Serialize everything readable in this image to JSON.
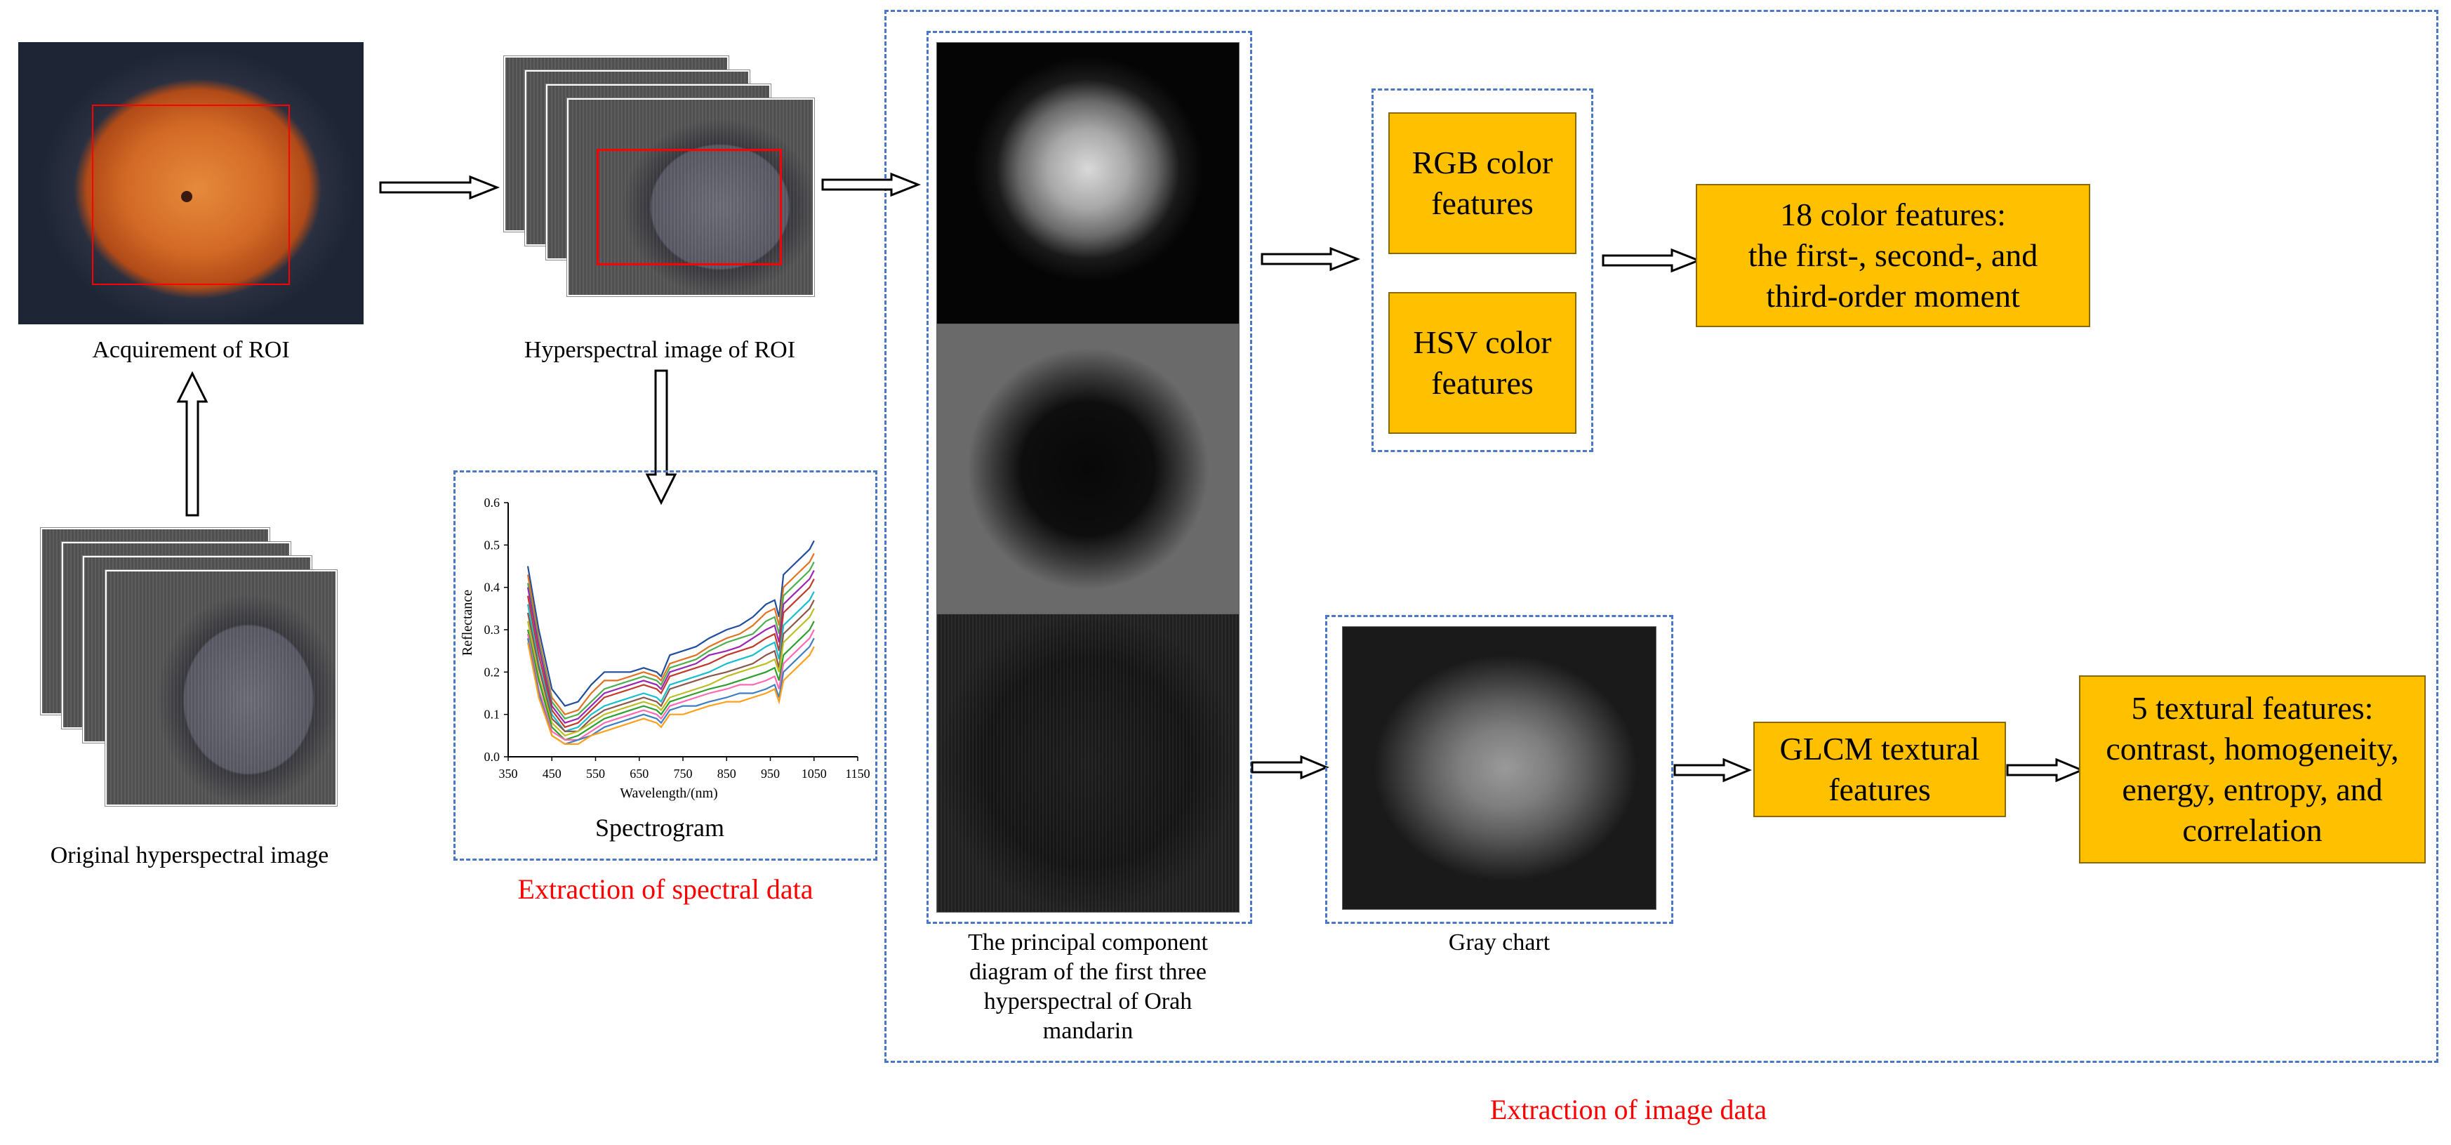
{
  "labels": {
    "acq_roi": "Acquirement of ROI",
    "hyper_roi": "Hyperspectral image of ROI",
    "original": "Original hyperspectral image",
    "spectrogram": "Spectrogram",
    "extraction_spectral": "Extraction of spectral data",
    "pc_line1": "The principal component",
    "pc_line2": "diagram of the first three",
    "pc_line3": "hyperspectral of Orah",
    "pc_line4": "mandarin",
    "gray_chart": "Gray chart",
    "extraction_image": "Extraction of image data"
  },
  "boxes": {
    "rgb_l1": "RGB color",
    "rgb_l2": "features",
    "hsv_l1": "HSV color",
    "hsv_l2": "features",
    "color18_l1": "18 color features:",
    "color18_l2": "the first-, second-, and",
    "color18_l3": "third-order moment",
    "glcm_l1": "GLCM textural",
    "glcm_l2": "features",
    "tex5_l1": "5 textural features:",
    "tex5_l2": "contrast, homogeneity,",
    "tex5_l3": "energy, entropy, and",
    "tex5_l4": "correlation"
  },
  "colors": {
    "dash_border": "#4a78c8",
    "box_fill": "#ffc000",
    "roi_rect": "#ff0000",
    "red_text": "#ff0000"
  },
  "chart_data": {
    "type": "line",
    "xlabel": "Wavelength/(nm)",
    "ylabel": "Reflectance",
    "xlim": [
      350,
      1150
    ],
    "ylim": [
      0.0,
      0.6
    ],
    "x_ticks": [
      "350",
      "450",
      "550",
      "650",
      "750",
      "850",
      "950",
      "1050",
      "1150"
    ],
    "y_ticks": [
      "0.0",
      "0.1",
      "0.2",
      "0.3",
      "0.4",
      "0.5",
      "0.6"
    ],
    "x": [
      395,
      420,
      450,
      480,
      510,
      540,
      570,
      600,
      630,
      660,
      690,
      700,
      720,
      750,
      780,
      810,
      850,
      880,
      910,
      940,
      960,
      970,
      980,
      1000,
      1020,
      1040,
      1050
    ],
    "series": [
      {
        "color": "#1f4e9c",
        "values": [
          0.45,
          0.3,
          0.16,
          0.12,
          0.13,
          0.17,
          0.2,
          0.2,
          0.2,
          0.21,
          0.2,
          0.19,
          0.24,
          0.25,
          0.26,
          0.28,
          0.3,
          0.31,
          0.33,
          0.36,
          0.37,
          0.33,
          0.43,
          0.45,
          0.47,
          0.49,
          0.51
        ]
      },
      {
        "color": "#e37222",
        "values": [
          0.43,
          0.28,
          0.14,
          0.1,
          0.11,
          0.15,
          0.18,
          0.18,
          0.19,
          0.2,
          0.19,
          0.18,
          0.22,
          0.23,
          0.24,
          0.26,
          0.28,
          0.29,
          0.31,
          0.34,
          0.35,
          0.31,
          0.4,
          0.42,
          0.44,
          0.46,
          0.48
        ]
      },
      {
        "color": "#4caf50",
        "values": [
          0.41,
          0.27,
          0.13,
          0.09,
          0.1,
          0.13,
          0.16,
          0.17,
          0.18,
          0.19,
          0.18,
          0.17,
          0.21,
          0.22,
          0.23,
          0.25,
          0.27,
          0.28,
          0.29,
          0.32,
          0.33,
          0.29,
          0.38,
          0.4,
          0.42,
          0.44,
          0.46
        ]
      },
      {
        "color": "#9c27b0",
        "values": [
          0.4,
          0.26,
          0.12,
          0.08,
          0.09,
          0.12,
          0.15,
          0.16,
          0.17,
          0.18,
          0.17,
          0.16,
          0.2,
          0.21,
          0.22,
          0.24,
          0.25,
          0.26,
          0.28,
          0.3,
          0.31,
          0.27,
          0.36,
          0.38,
          0.4,
          0.42,
          0.44
        ]
      },
      {
        "color": "#c0392b",
        "values": [
          0.38,
          0.24,
          0.11,
          0.07,
          0.08,
          0.11,
          0.14,
          0.15,
          0.16,
          0.17,
          0.16,
          0.15,
          0.19,
          0.2,
          0.21,
          0.22,
          0.24,
          0.25,
          0.26,
          0.28,
          0.29,
          0.25,
          0.34,
          0.36,
          0.38,
          0.4,
          0.42
        ]
      },
      {
        "color": "#17becf",
        "values": [
          0.36,
          0.22,
          0.1,
          0.06,
          0.07,
          0.1,
          0.12,
          0.13,
          0.14,
          0.15,
          0.14,
          0.13,
          0.17,
          0.18,
          0.19,
          0.2,
          0.22,
          0.23,
          0.24,
          0.26,
          0.27,
          0.23,
          0.31,
          0.33,
          0.35,
          0.37,
          0.39
        ]
      },
      {
        "color": "#8c564b",
        "values": [
          0.34,
          0.21,
          0.09,
          0.06,
          0.06,
          0.09,
          0.11,
          0.12,
          0.13,
          0.14,
          0.13,
          0.12,
          0.16,
          0.17,
          0.18,
          0.19,
          0.2,
          0.21,
          0.22,
          0.24,
          0.25,
          0.21,
          0.29,
          0.31,
          0.33,
          0.35,
          0.37
        ]
      },
      {
        "color": "#bcbd22",
        "values": [
          0.32,
          0.19,
          0.08,
          0.05,
          0.06,
          0.08,
          0.1,
          0.11,
          0.12,
          0.13,
          0.12,
          0.11,
          0.14,
          0.15,
          0.16,
          0.17,
          0.19,
          0.2,
          0.21,
          0.22,
          0.23,
          0.2,
          0.27,
          0.29,
          0.31,
          0.33,
          0.35
        ]
      },
      {
        "color": "#2ca02c",
        "values": [
          0.3,
          0.18,
          0.07,
          0.04,
          0.05,
          0.07,
          0.09,
          0.1,
          0.11,
          0.12,
          0.11,
          0.1,
          0.13,
          0.14,
          0.15,
          0.16,
          0.17,
          0.18,
          0.19,
          0.2,
          0.21,
          0.18,
          0.24,
          0.26,
          0.28,
          0.3,
          0.32
        ]
      },
      {
        "color": "#ff69b4",
        "values": [
          0.29,
          0.16,
          0.06,
          0.04,
          0.04,
          0.06,
          0.08,
          0.09,
          0.1,
          0.11,
          0.1,
          0.09,
          0.12,
          0.13,
          0.14,
          0.15,
          0.16,
          0.17,
          0.17,
          0.18,
          0.19,
          0.16,
          0.22,
          0.24,
          0.26,
          0.28,
          0.3
        ]
      },
      {
        "color": "#3f7fbf",
        "values": [
          0.28,
          0.15,
          0.05,
          0.03,
          0.04,
          0.05,
          0.07,
          0.08,
          0.09,
          0.1,
          0.09,
          0.08,
          0.11,
          0.12,
          0.12,
          0.13,
          0.14,
          0.15,
          0.15,
          0.16,
          0.17,
          0.14,
          0.2,
          0.22,
          0.24,
          0.26,
          0.28
        ]
      },
      {
        "color": "#ff9f1c",
        "values": [
          0.27,
          0.14,
          0.05,
          0.03,
          0.03,
          0.05,
          0.06,
          0.07,
          0.08,
          0.09,
          0.08,
          0.07,
          0.1,
          0.1,
          0.11,
          0.12,
          0.13,
          0.13,
          0.14,
          0.15,
          0.16,
          0.13,
          0.18,
          0.2,
          0.22,
          0.24,
          0.26
        ]
      }
    ]
  }
}
